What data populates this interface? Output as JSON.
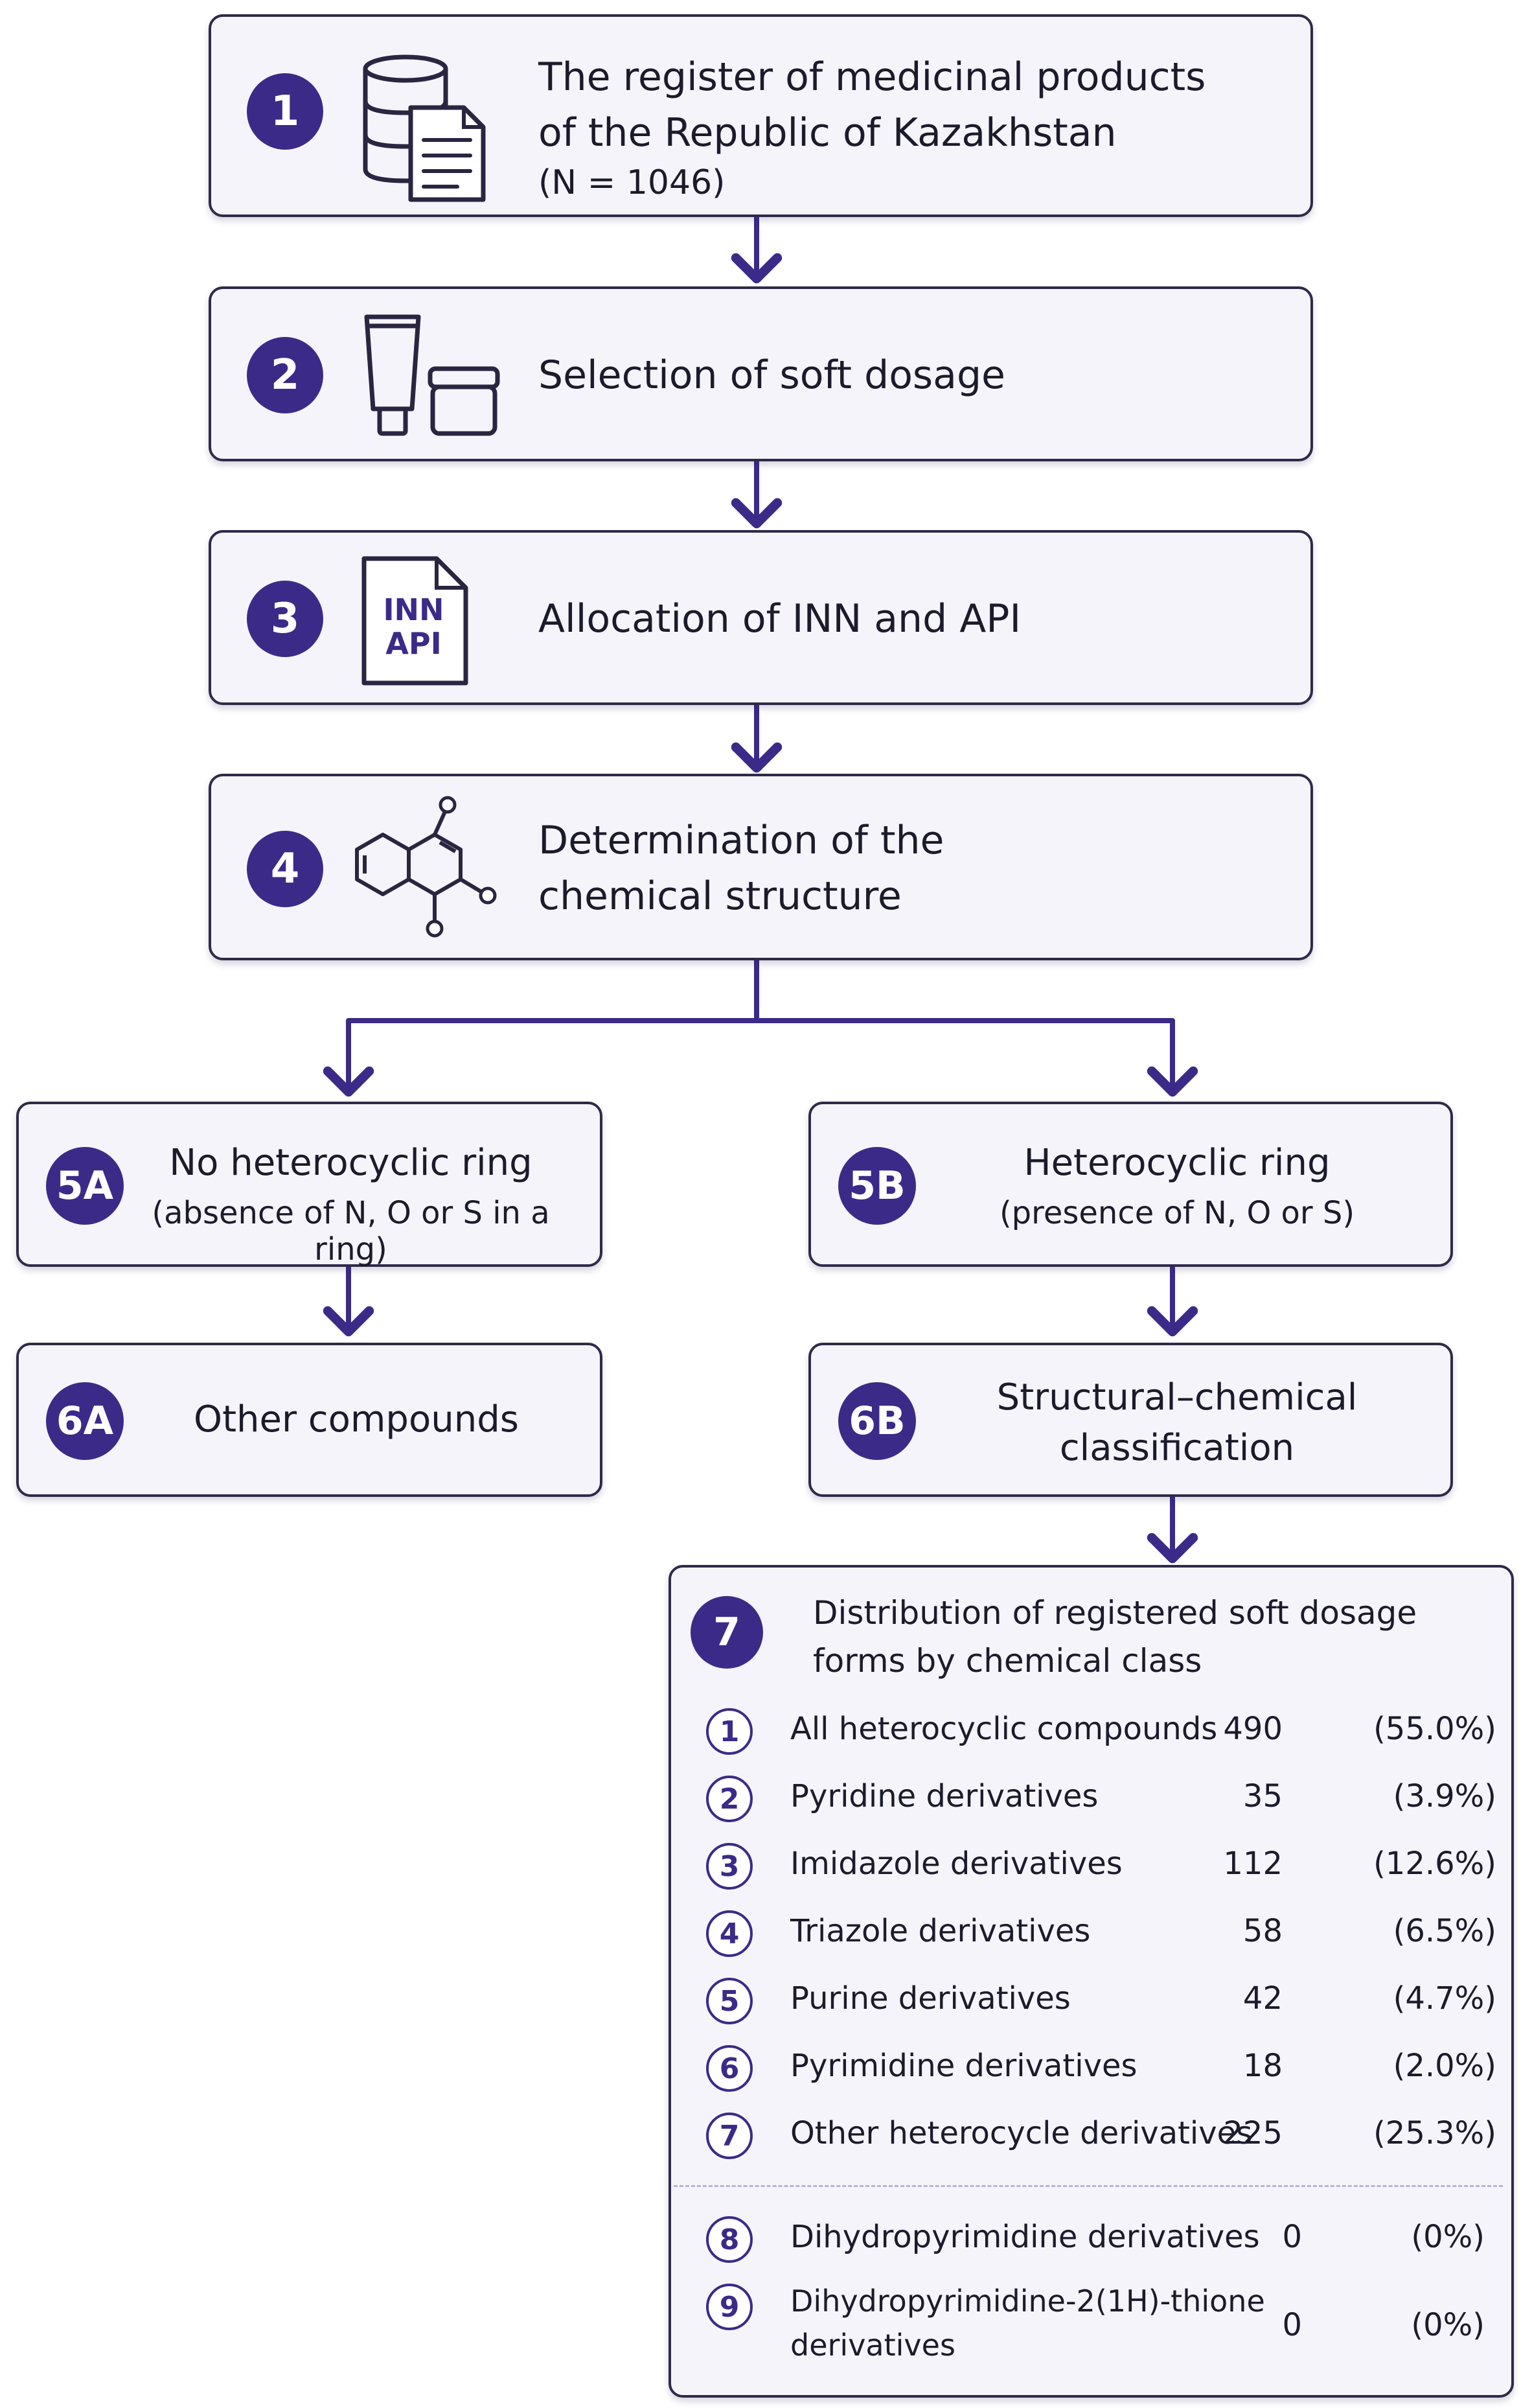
{
  "colors": {
    "accent": "#3c2a88",
    "box_fill": "#f6f4fb",
    "box_border": "#2f2a4a"
  },
  "step1": {
    "badge": "1",
    "icon": "database-document-icon",
    "title_line1": "The register of medicinal products",
    "title_line2": "of the Republic of Kazakhstan",
    "subtitle": "(N = 1046)"
  },
  "step2": {
    "badge": "2",
    "icon": "ointment-tube-jar-icon",
    "title": "Selection of soft dosage"
  },
  "step3": {
    "badge": "3",
    "icon": "inn-api-document-icon",
    "icon_text_line1": "INN",
    "icon_text_line2": "API",
    "title": "Allocation of INN and API"
  },
  "step4": {
    "badge": "4",
    "icon": "molecule-structure-icon",
    "title_line1": "Determination of the",
    "title_line2": "chemical structure"
  },
  "step5a": {
    "badge": "5A",
    "title": "No heterocyclic ring",
    "subtitle": "(absence of N, O or S in a ring)"
  },
  "step5b": {
    "badge": "5B",
    "title": "Heterocyclic ring",
    "subtitle": "(presence of N, O or S)"
  },
  "step6a": {
    "badge": "6A",
    "title": "Other compounds"
  },
  "step6b": {
    "badge": "6B",
    "title_line1": "Structural–chemical",
    "title_line2": "classification"
  },
  "step7": {
    "badge": "7",
    "title_line1": "Distribution of registered soft dosage",
    "title_line2": "forms by chemical class",
    "rows": [
      {
        "num": "1",
        "label": "All heterocyclic compounds",
        "count": "490",
        "pct": "(55.0%)"
      },
      {
        "num": "2",
        "label": "Pyridine derivatives",
        "count": "35",
        "pct": "(3.9%)"
      },
      {
        "num": "3",
        "label": "Imidazole derivatives",
        "count": "112",
        "pct": "(12.6%)"
      },
      {
        "num": "4",
        "label": "Triazole derivatives",
        "count": "58",
        "pct": "(6.5%)"
      },
      {
        "num": "5",
        "label": "Purine derivatives",
        "count": "42",
        "pct": "(4.7%)"
      },
      {
        "num": "6",
        "label": "Pyrimidine derivatives",
        "count": "18",
        "pct": "(2.0%)"
      },
      {
        "num": "7",
        "label": "Other heterocycle derivatives",
        "count": "225",
        "pct": "(25.3%)"
      },
      {
        "num": "8",
        "label": "Dihydropyrimidine derivatives",
        "count": "0",
        "pct": "(0%)"
      },
      {
        "num": "9",
        "label_line1": "Dihydropyrimidine-2(1H)-thione",
        "label_line2": "derivatives",
        "count": "0",
        "pct": "(0%)"
      }
    ]
  }
}
